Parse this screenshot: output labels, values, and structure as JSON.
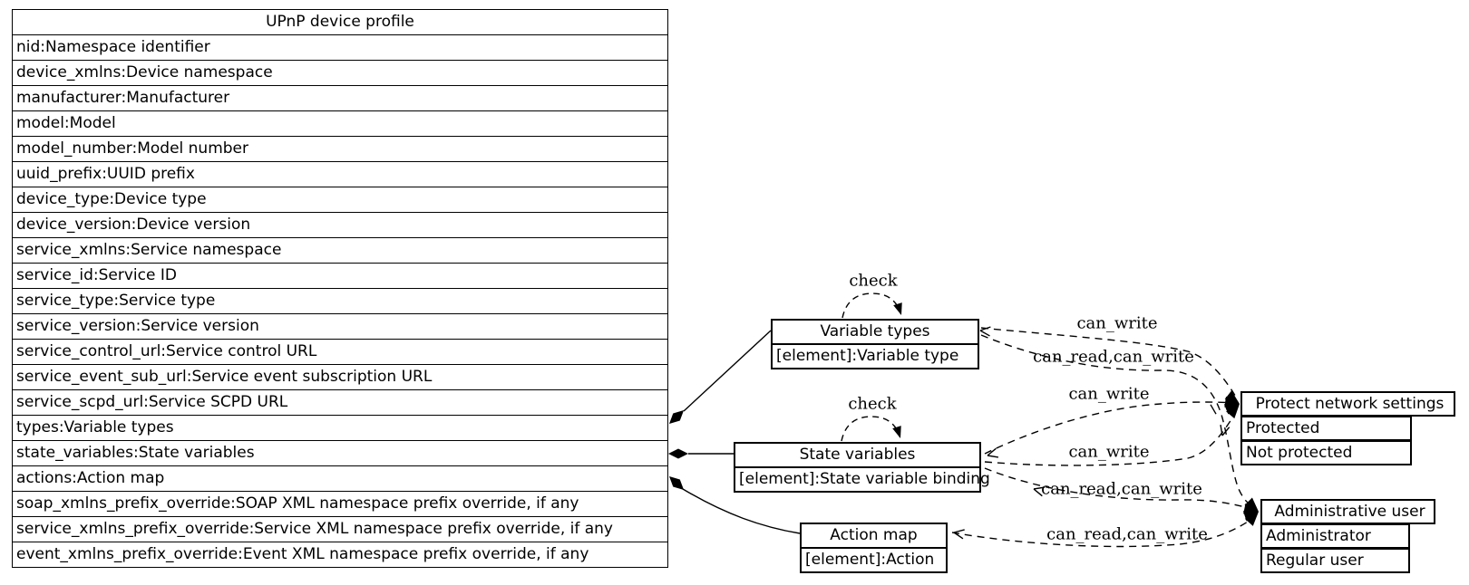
{
  "colors": {
    "ink": "#000000",
    "paper": "#ffffff"
  },
  "device_table": {
    "title": "UPnP device profile",
    "rows": [
      "nid:Namespace identifier",
      "device_xmlns:Device namespace",
      "manufacturer:Manufacturer",
      "model:Model",
      "model_number:Model number",
      "uuid_prefix:UUID prefix",
      "device_type:Device type",
      "device_version:Device version",
      "service_xmlns:Service namespace",
      "service_id:Service ID",
      "service_type:Service type",
      "service_version:Service version",
      "service_control_url:Service control URL",
      "service_event_sub_url:Service event subscription URL",
      "service_scpd_url:Service SCPD URL",
      "types:Variable types",
      "state_variables:State variables",
      "actions:Action map",
      "soap_xmlns_prefix_override:SOAP XML namespace prefix override, if any",
      "service_xmlns_prefix_override:Service XML namespace prefix override, if any",
      "event_xmlns_prefix_override:Event XML namespace prefix override, if any"
    ]
  },
  "nodes": {
    "variable_types": {
      "title": "Variable types",
      "element": "[element]:Variable type"
    },
    "state_variables": {
      "title": "State variables",
      "element": "[element]:State variable binding"
    },
    "action_map": {
      "title": "Action map",
      "element": "[element]:Action"
    },
    "protect_network_settings": {
      "title": "Protect network settings",
      "options": [
        "Protected",
        "Not protected"
      ]
    },
    "administrative_user": {
      "title": "Administrative user",
      "options": [
        "Administrator",
        "Regular user"
      ]
    }
  },
  "edge_labels": {
    "variable_types_check": "check",
    "state_variables_check": "check",
    "vt_protect": "can_write",
    "vt_admin": "can_read,can_write",
    "sv_protect_1": "can_write",
    "sv_protect_2": "can_write",
    "sv_admin": "can_read,can_write",
    "am_admin": "can_read,can_write"
  }
}
